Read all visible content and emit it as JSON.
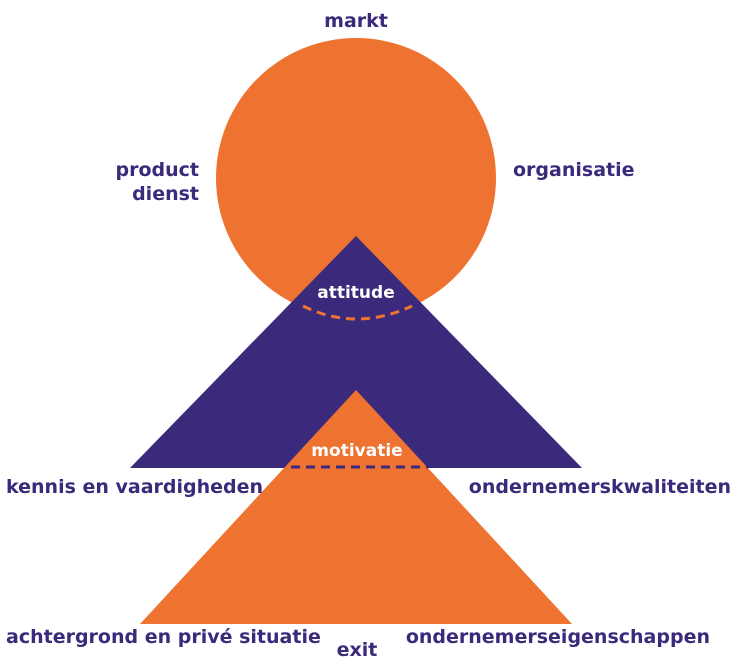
{
  "colors": {
    "orange": "#ee7330",
    "purple": "#3b2a7c",
    "white": "#ffffff"
  },
  "labels": {
    "top": "markt",
    "left_top_line1": "product",
    "left_top_line2": "dienst",
    "right_top": "organisatie",
    "attitude": "attitude",
    "motivatie": "motivatie",
    "left_middle": "kennis en vaardigheden",
    "right_middle": "ondernemerskwaliteiten",
    "left_bottom": "achtergrond en privé situatie",
    "right_bottom": "ondernemerseigenschappen",
    "bottom": "exit"
  }
}
